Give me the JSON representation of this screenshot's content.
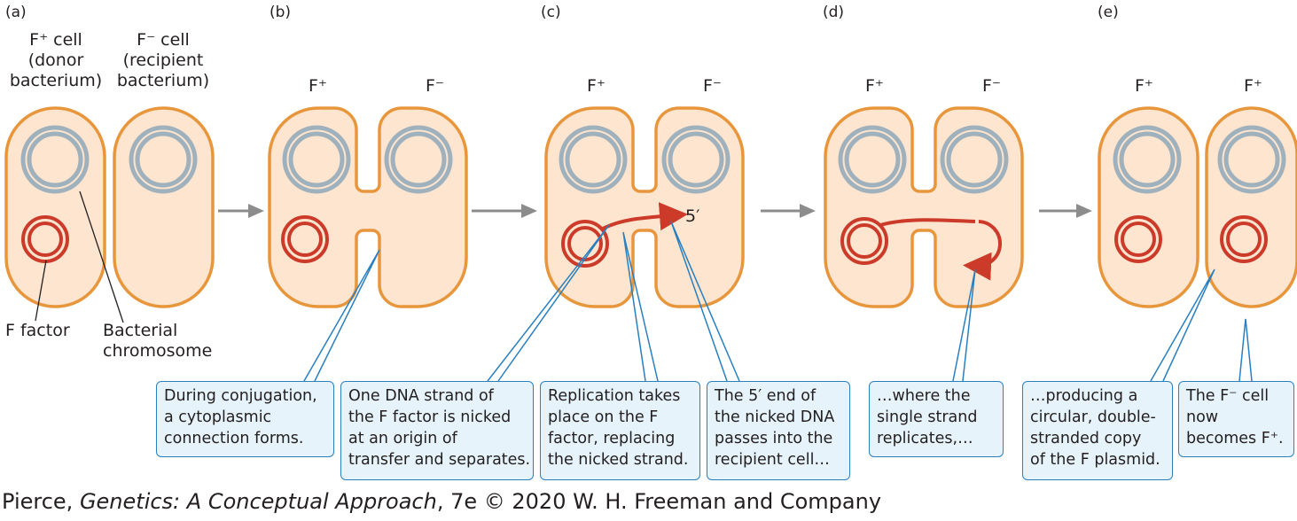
{
  "panels": [
    "(a)",
    "(b)",
    "(c)",
    "(d)",
    "(e)"
  ],
  "panel_a": {
    "donor_label": [
      "F⁺ cell",
      "(donor",
      "bacterium)"
    ],
    "recipient_label": [
      "F⁻ cell",
      "(recipient",
      "bacterium)"
    ],
    "f_factor_label": "F factor",
    "chromosome_label": [
      "Bacterial",
      "chromosome"
    ]
  },
  "panel_b": {
    "left": "F⁺",
    "right": "F⁻"
  },
  "panel_c": {
    "left": "F⁺",
    "right": "F⁻",
    "end_label": "5′"
  },
  "panel_d": {
    "left": "F⁺",
    "right": "F⁻"
  },
  "panel_e": {
    "left": "F⁺",
    "right": "F⁺"
  },
  "callouts": [
    [
      "During conjugation,",
      "a cytoplasmic",
      "connection forms."
    ],
    [
      "One DNA strand of",
      "the F factor is nicked",
      "at an origin of",
      "transfer and separates."
    ],
    [
      "Replication takes",
      "place on the F",
      "factor, replacing",
      "the nicked strand."
    ],
    [
      "The 5′ end of",
      "the nicked DNA",
      "passes into the",
      "recipient cell…"
    ],
    [
      "…where the",
      "single strand",
      "replicates,…"
    ],
    [
      "…producing a",
      "circular, double-",
      "stranded copy",
      "of the F plasmid."
    ],
    [
      "The F⁻ cell",
      "now",
      "becomes F⁺."
    ]
  ],
  "credit": {
    "prefix": "Pierce, ",
    "title": "Genetics: A Conceptual Approach",
    "suffix": ", 7e © 2020 W. H. Freeman and Company"
  },
  "colors": {
    "cell_fill": "#fde5cf",
    "cell_outline": "#e8963c",
    "chromosome": "#9fb1bd",
    "f_factor": "#cc3a2a",
    "arrow": "#8c8c8c",
    "callout_border": "#2a7fbf",
    "callout_fill": "#e6f3fb"
  }
}
